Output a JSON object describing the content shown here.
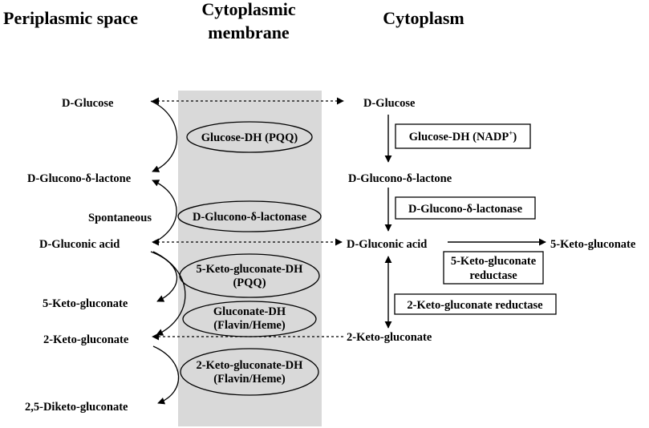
{
  "headers": {
    "periplasm": "Periplasmic space",
    "membrane_line1": "Cytoplasmic",
    "membrane_line2": "membrane",
    "cytoplasm": "Cytoplasm"
  },
  "periplasm_compounds": {
    "glucose": "D-Glucose",
    "gluconolactone": "D-Glucono-δ-lactone",
    "gluconic_acid": "D-Gluconic acid",
    "keto5": "5-Keto-gluconate",
    "keto2": "2-Keto-gluconate",
    "diketo": "2,5-Diketo-gluconate"
  },
  "spontaneous_label": "Spontaneous",
  "membrane_enzymes": {
    "glucose_dh": "Glucose-DH (PQQ)",
    "lactonase": "D-Glucono-δ-lactonase",
    "keto5_dh_line1": "5-Keto-gluconate-DH",
    "keto5_dh_line2": "(PQQ)",
    "gluconate_dh_line1": "Gluconate-DH",
    "gluconate_dh_line2": "(Flavin/Heme)",
    "keto2_dh_line1": "2-Keto-gluconate-DH",
    "keto2_dh_line2": "(Flavin/Heme)"
  },
  "cytoplasm_compounds": {
    "glucose": "D-Glucose",
    "gluconolactone": "D-Glucono-δ-lactone",
    "gluconic_acid": "D-Gluconic acid",
    "keto5": "5-Keto-gluconate",
    "keto2": "2-Keto-gluconate"
  },
  "cytoplasm_enzymes": {
    "glucose_dh_base": "Glucose-DH (NADP",
    "glucose_dh_sup": "+",
    "glucose_dh_close": ")",
    "lactonase": "D-Glucono-δ-lactonase",
    "keto5_reductase_line1": "5-Keto-gluconate",
    "keto5_reductase_line2": "reductase",
    "keto2_reductase": "2-Keto-gluconate reductase"
  },
  "colors": {
    "membrane_band": "#d9d9d9",
    "stroke": "#000000",
    "background": "#ffffff"
  }
}
